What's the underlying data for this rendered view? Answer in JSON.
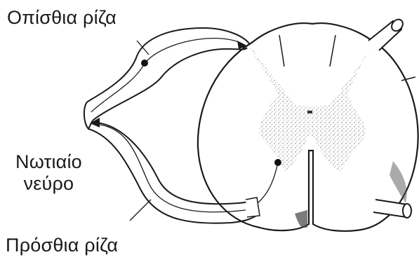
{
  "labels": {
    "dorsal_root": "Οπίσθια ρίζα",
    "spinal_nerve_line1": "Νωτιαίο",
    "spinal_nerve_line2": "νεύρο",
    "ventral_root": "Πρόσθια ρίζα"
  },
  "colors": {
    "line": "#1a1a1a",
    "gray_matter": "#9a9a9a",
    "background": "#ffffff"
  }
}
